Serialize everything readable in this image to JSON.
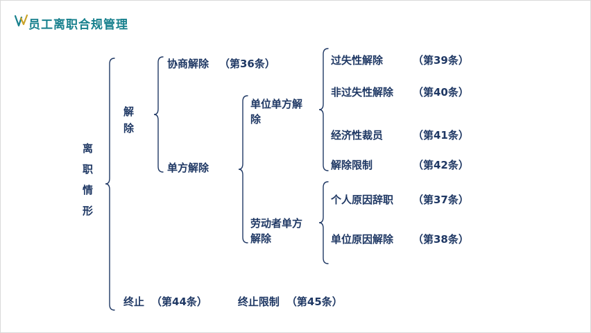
{
  "header": {
    "title": "员工离职合规管理",
    "logo": "w-logo"
  },
  "colors": {
    "accent_teal": "#17808d",
    "text_navy": "#1f3864",
    "logo_gold": "#c9a227"
  },
  "tree": {
    "root": {
      "label": "离职情形"
    },
    "jiechu": {
      "label": "解除"
    },
    "xieshang": {
      "name": "协商解除",
      "article": "（第36条）"
    },
    "danfang": {
      "label": "单方解除"
    },
    "danwei_danfang": {
      "label": "单位单方解除"
    },
    "laodongzhe_danfang": {
      "label": "劳动者单方解除"
    },
    "danwei_items": [
      {
        "name": "过失性解除",
        "article": "（第39条）"
      },
      {
        "name": "非过失性解除",
        "article": "（第40条）"
      },
      {
        "name": "经济性裁员",
        "article": "（第41条）"
      },
      {
        "name": "解除限制",
        "article": "（第42条）"
      }
    ],
    "laodongzhe_items": [
      {
        "name": "个人原因辞职",
        "article": "（第37条）"
      },
      {
        "name": "单位原因解除",
        "article": "（第38条）"
      }
    ],
    "zhongzhi": [
      {
        "name": "终止",
        "article": "（第44条）"
      },
      {
        "name": "终止限制",
        "article": "（第45条）"
      }
    ]
  }
}
